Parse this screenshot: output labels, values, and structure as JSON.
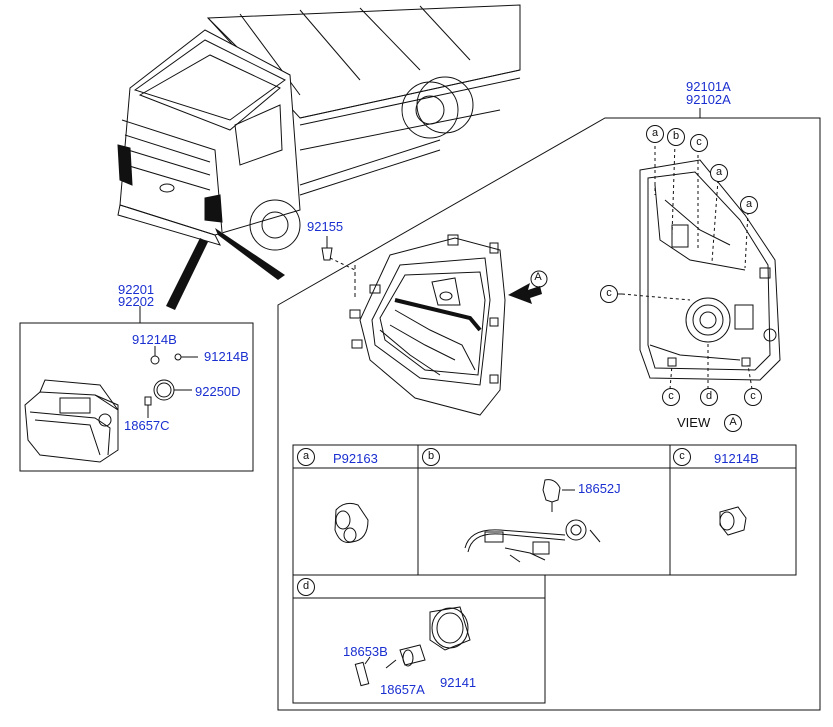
{
  "main_assembly": {
    "part1": "92101A",
    "part2": "92102A"
  },
  "fog_lamp": {
    "part1": "92201",
    "part2": "92202"
  },
  "fog_parts": {
    "screw1": "91214B",
    "screw2": "91214B",
    "socket": "92250D",
    "bulb": "18657C"
  },
  "bolt": "92155",
  "view_label": "VIEW",
  "arrow_ref": "A",
  "callouts": {
    "a": "a",
    "b": "b",
    "c": "c",
    "d": "d"
  },
  "table": {
    "a": {
      "key": "a",
      "part": "P92163"
    },
    "b": {
      "key": "b",
      "part": "18652J"
    },
    "c": {
      "key": "c",
      "part": "91214B"
    },
    "d": {
      "key": "d",
      "part_bulb_socket": "18653B",
      "part_bulb": "18657A",
      "part_cap": "92141"
    }
  },
  "colors": {
    "label": "#1a2fd0",
    "line": "#111111"
  }
}
